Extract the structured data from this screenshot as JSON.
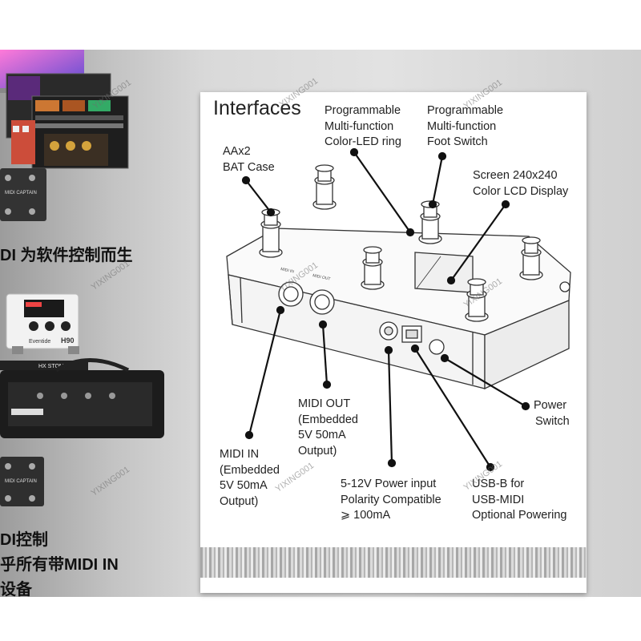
{
  "left_texts": {
    "line1": "DI 为软件控制而生",
    "line2": "DI控制",
    "line3": "乎所有带MIDI IN",
    "line4": "设备"
  },
  "left_products": {
    "capture_label": "MIDI CAPTAIN",
    "eventide_brand": "Eventide",
    "eventide_model": "H90",
    "helix_label": "HX STOMP",
    "captain_small": "MIDI CAPTAIN"
  },
  "diagram": {
    "title": "Interfaces",
    "labels": {
      "led_ring": [
        "Programmable",
        "Multi-function",
        "Color-LED ring"
      ],
      "foot_switch": [
        "Programmable",
        "Multi-function",
        "Foot Switch"
      ],
      "bat_case": [
        "AAx2",
        "BAT Case"
      ],
      "screen": [
        "Screen 240x240",
        "Color LCD Display"
      ],
      "power_switch": [
        "Power",
        "Switch"
      ],
      "midi_out": [
        "MIDI OUT",
        "(Embedded",
        "5V 50mA",
        "Output)"
      ],
      "midi_in": [
        "MIDI IN",
        "(Embedded",
        "5V 50mA",
        "Output)"
      ],
      "power_input": [
        "5-12V Power input",
        "Polarity Compatible",
        "⩾ 100mA"
      ],
      "usb": [
        "USB-B for",
        "USB-MIDI",
        "Optional Powering"
      ]
    },
    "device_markings": {
      "midi_in_mark": "MIDI IN",
      "midi_out_mark": "MIDI OUT"
    }
  },
  "watermark": "YIXING001"
}
